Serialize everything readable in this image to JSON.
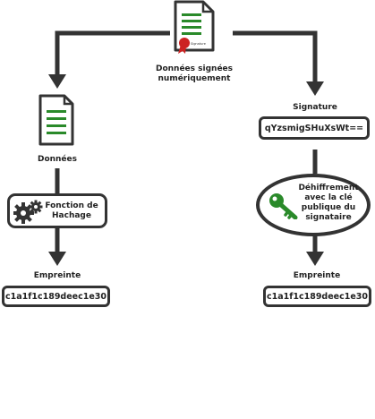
{
  "signed_document": {
    "label": "Données signées numériquement",
    "seal_text": "Signature"
  },
  "data_branch": {
    "document_label": "Données",
    "hash_function": "Fonction de Hachage",
    "digest_label": "Empreinte",
    "digest_value": "c1a1f1c189deec1e30"
  },
  "signature_branch": {
    "signature_label": "Signature",
    "signature_value": "qYzsmigSHuXsWt==",
    "decryption": "Déhiffrement avec la clé publique du signataire",
    "digest_label": "Empreinte",
    "digest_value": "c1a1f1c189deec1e30"
  },
  "colors": {
    "stroke": "#333333",
    "text_lines": "#2a8a2a",
    "seal": "#cc2222",
    "key": "#2a8a2a"
  }
}
